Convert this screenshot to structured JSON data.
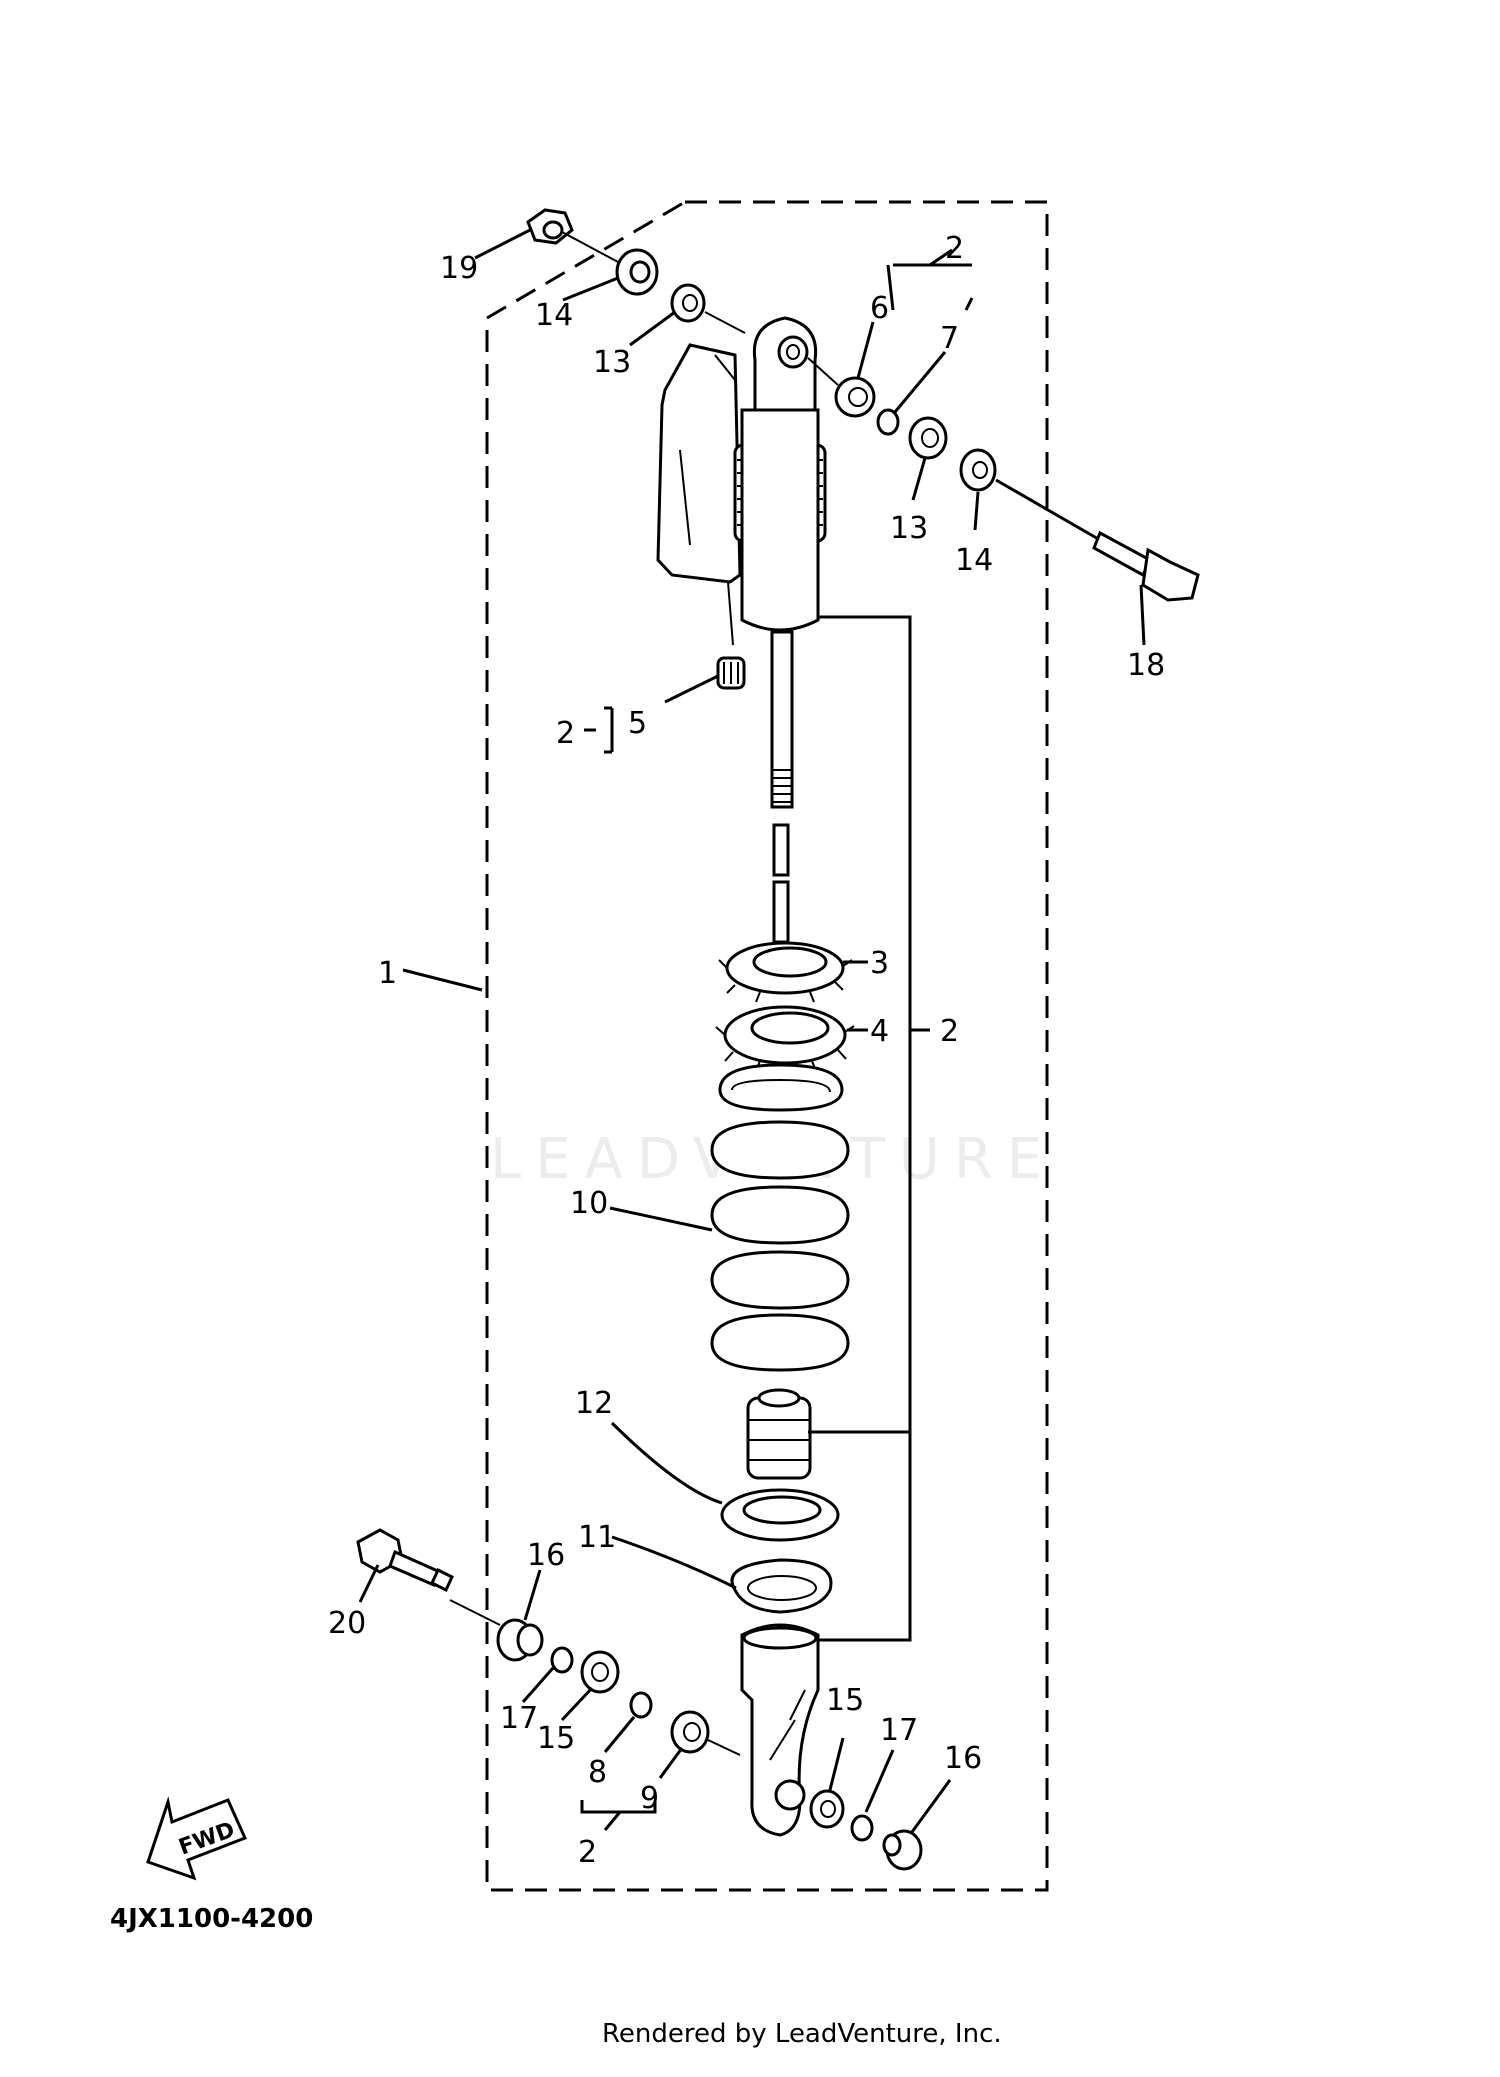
{
  "diagram": {
    "part_labels": [
      {
        "id": "p19",
        "text": "19"
      },
      {
        "id": "p14a",
        "text": "14"
      },
      {
        "id": "p13a",
        "text": "13"
      },
      {
        "id": "p2a",
        "text": "2"
      },
      {
        "id": "p6",
        "text": "6"
      },
      {
        "id": "p7",
        "text": "7"
      },
      {
        "id": "p13b",
        "text": "13"
      },
      {
        "id": "p14b",
        "text": "14"
      },
      {
        "id": "p18",
        "text": "18"
      },
      {
        "id": "p2b",
        "text": "2"
      },
      {
        "id": "p5",
        "text": "5"
      },
      {
        "id": "p1",
        "text": "1"
      },
      {
        "id": "p3",
        "text": "3"
      },
      {
        "id": "p4",
        "text": "4"
      },
      {
        "id": "p2c",
        "text": "2"
      },
      {
        "id": "p10",
        "text": "10"
      },
      {
        "id": "p12",
        "text": "12"
      },
      {
        "id": "p11",
        "text": "11"
      },
      {
        "id": "p16a",
        "text": "16"
      },
      {
        "id": "p20",
        "text": "20"
      },
      {
        "id": "p17a",
        "text": "17"
      },
      {
        "id": "p15a",
        "text": "15"
      },
      {
        "id": "p8",
        "text": "8"
      },
      {
        "id": "p9",
        "text": "9"
      },
      {
        "id": "p2d",
        "text": "2"
      },
      {
        "id": "p15b",
        "text": "15"
      },
      {
        "id": "p17b",
        "text": "17"
      },
      {
        "id": "p16b",
        "text": "16"
      }
    ],
    "fwd_label": "FWD",
    "drawing_code": "4JX1100-4200",
    "watermark": "LEADVENTURE",
    "footer": "Rendered by LeadVenture, Inc."
  }
}
